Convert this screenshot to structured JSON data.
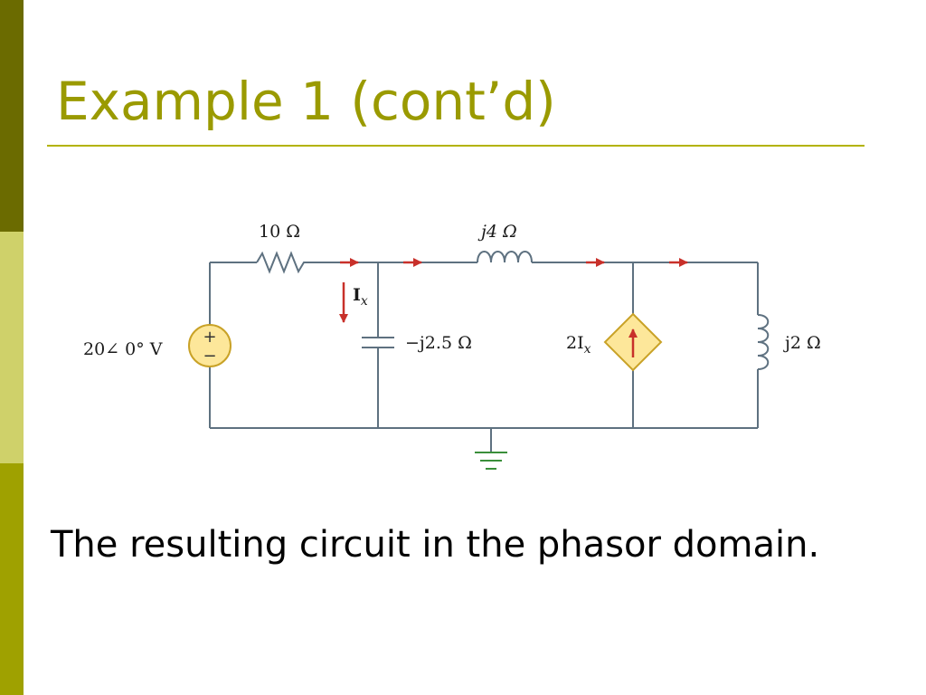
{
  "slide": {
    "title": "Example 1 (cont’d)",
    "caption": "The resulting circuit in the phasor domain."
  },
  "circuit": {
    "source_label": "20∠ 0° V",
    "source_plus": "+",
    "source_minus": "−",
    "resistor_label": "10 Ω",
    "inductor1_label": "j4 Ω",
    "capacitor_label": "−j2.5 Ω",
    "inductor2_label": "j2 Ω",
    "current_label_base": "I",
    "current_label_sub": "x",
    "dependent_source_label_coef": "2I",
    "dependent_source_label_sub": "x"
  },
  "colors": {
    "title": "#9a9a00",
    "rule": "#b3b300",
    "band_top": "#6b6b00",
    "band_mid": "#cfd16a",
    "band_bot": "#9fa100",
    "wire": "#5e7180",
    "arrow": "#c8302a",
    "source_fill": "#fde79a",
    "source_stroke": "#c9a227",
    "ground": "#3a8f3a"
  },
  "icons": [
    "voltage-source-icon",
    "dependent-current-source-icon",
    "ground-icon"
  ]
}
